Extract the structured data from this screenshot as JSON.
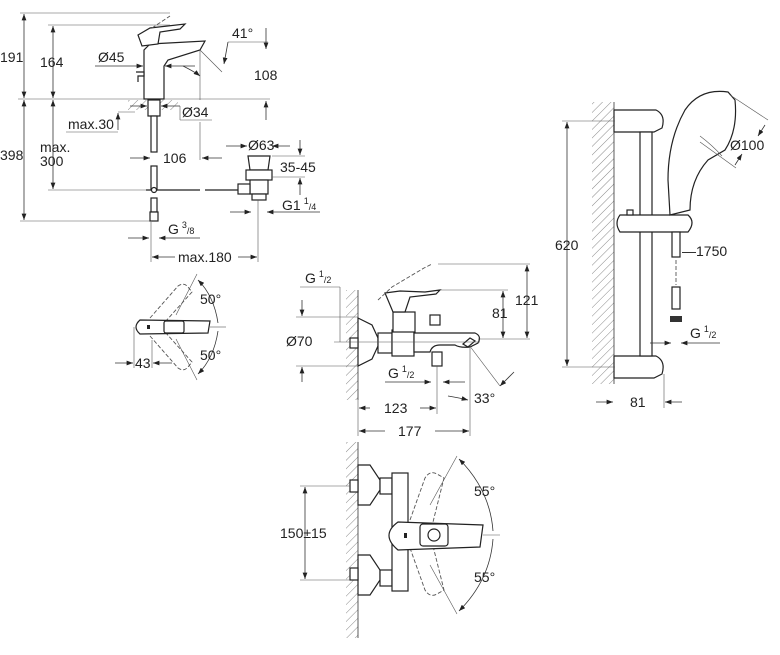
{
  "title": "Basin mixer, bath mixer and shower rail set – dimension drawing",
  "colors": {
    "line": "#222222",
    "background": "#ffffff"
  },
  "basin_mixer": {
    "height_total": "191",
    "height_spout": "164",
    "body_diameter": "Ø45",
    "spout_angle": "41°",
    "spout_reach": "108",
    "base_diameter": "Ø34",
    "max_deck": "max.30",
    "height_below": "398",
    "max_below_a": "max.",
    "max_below_b": "300",
    "waste_offset": "106",
    "waste_diameter": "Ø63",
    "waste_range": "35-45",
    "waste_thread_main": "G1",
    "waste_thread_num": "1",
    "waste_thread_den": "4",
    "supply_thread_main": "G",
    "supply_thread_num": "3",
    "supply_thread_den": "8",
    "max_width": "max.180"
  },
  "basin_lever_top": {
    "angle_up": "50°",
    "angle_down": "50°",
    "lever_offset": "43"
  },
  "bath_mixer_side": {
    "inlet_thread_main": "G",
    "inlet_thread_num": "1",
    "inlet_thread_den": "2",
    "rosette_diameter": "Ø70",
    "height_lever": "121",
    "height_body": "81",
    "outlet_thread_main": "G",
    "outlet_thread_num": "1",
    "outlet_thread_den": "2",
    "outlet_angle": "33°",
    "outlet_reach": "123",
    "total_reach": "177"
  },
  "bath_mixer_top": {
    "centres": "150±15",
    "angle_up": "55°",
    "angle_down": "55°"
  },
  "shower_rail": {
    "rail_length": "620",
    "head_diameter": "Ø100",
    "hose_length": "1750",
    "hose_thread_main": "G",
    "hose_thread_num": "1",
    "hose_thread_den": "2",
    "wall_projection": "81"
  }
}
